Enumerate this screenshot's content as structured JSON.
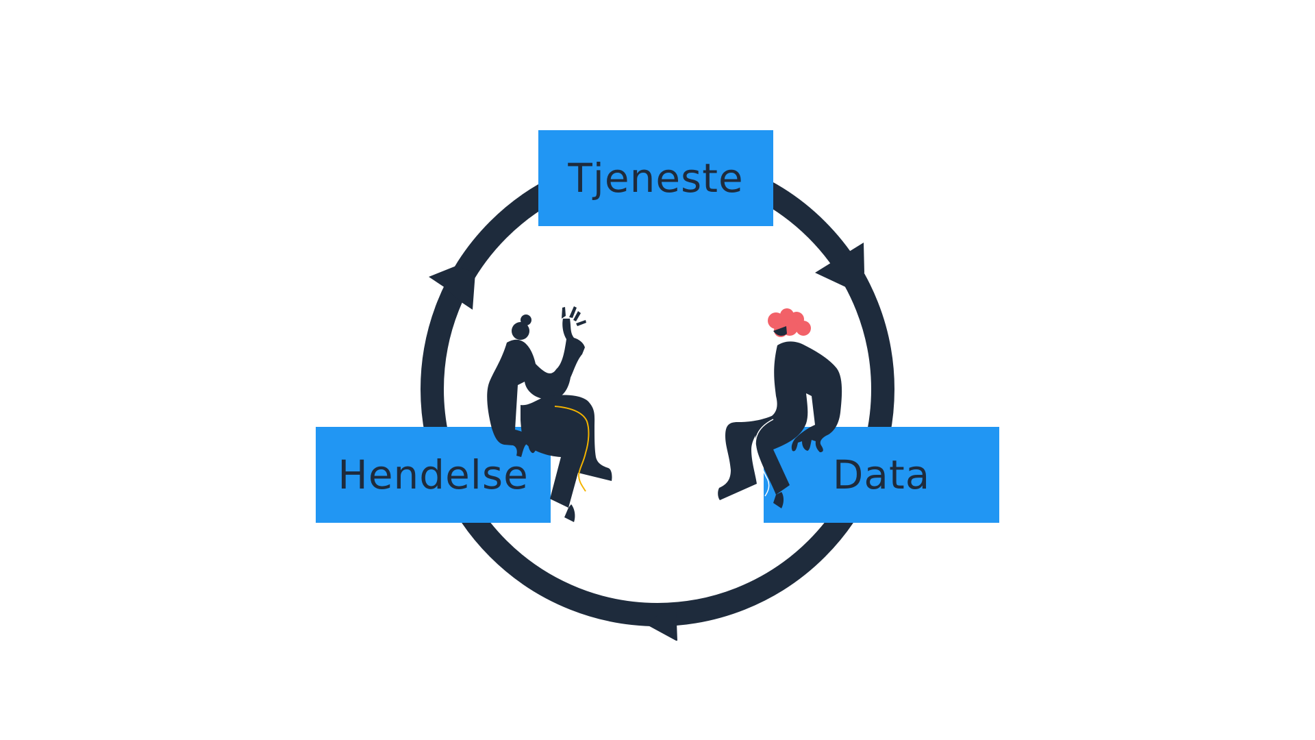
{
  "colors": {
    "background": "#ffffff",
    "ring": "#1e2b3c",
    "node_fill": "#2196f3",
    "node_text": "#1e2b3c",
    "figure": "#1e2b3c",
    "figure_accent_hair": "#f26168",
    "figure_accent_outline": "#f4b400"
  },
  "nodes": {
    "top": {
      "label": "Tjeneste"
    },
    "left": {
      "label": "Hendelse"
    },
    "right": {
      "label": "Data"
    }
  },
  "figures": {
    "left": {
      "icon": "sitting-person-gesturing-icon"
    },
    "right": {
      "icon": "sitting-person-red-hair-icon"
    }
  }
}
